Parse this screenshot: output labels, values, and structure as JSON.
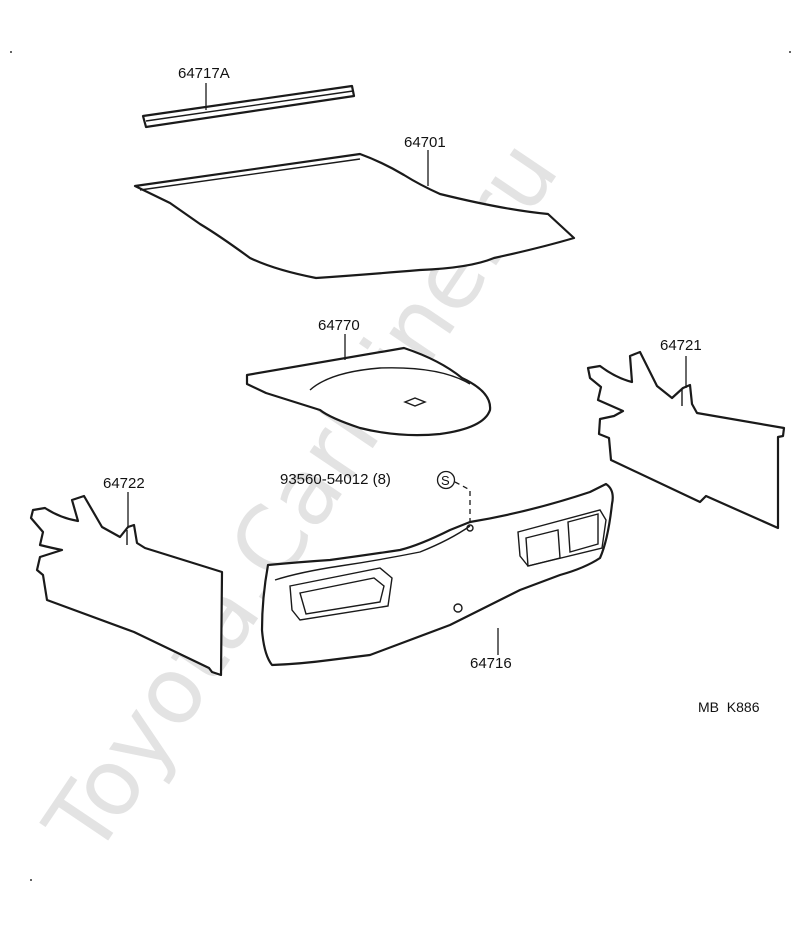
{
  "parts": {
    "p64717a": "64717A",
    "p64701": "64701",
    "p64770": "64770",
    "p64721": "64721",
    "p64722": "64722",
    "p64716": "64716",
    "screw": "93560-54012 (8)"
  },
  "symbol_s": "S",
  "diagram_code": "MB  K886",
  "watermark": "Toyota.CarMine.ru",
  "colors": {
    "line": "#1a1a1a",
    "watermark": "#e3e3e3",
    "background": "#ffffff"
  }
}
